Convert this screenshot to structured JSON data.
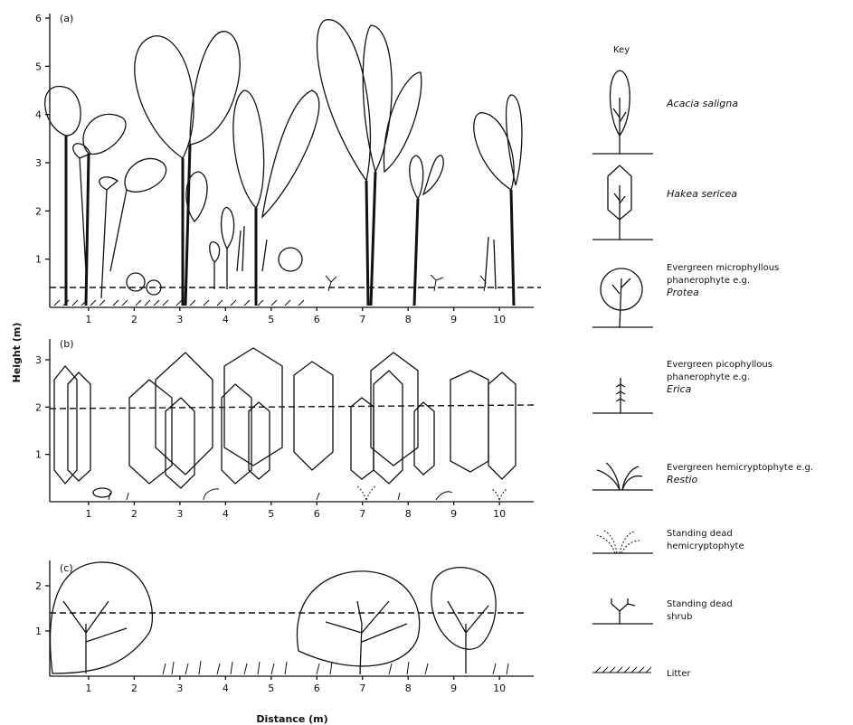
{
  "panels": [
    {
      "label": "(a)",
      "yticks": [
        "1",
        "2",
        "3",
        "4",
        "5",
        "6"
      ],
      "xticks": [
        "1",
        "2",
        "3",
        "4",
        "5",
        "6",
        "7",
        "8",
        "9",
        "10"
      ]
    },
    {
      "label": "(b)",
      "yticks": [
        "1",
        "2",
        "3"
      ],
      "xticks": [
        "1",
        "2",
        "3",
        "4",
        "5",
        "6",
        "7",
        "8",
        "9",
        "10"
      ]
    },
    {
      "label": "(c)",
      "yticks": [
        "1",
        "2"
      ],
      "xticks": [
        "1",
        "2",
        "3",
        "4",
        "5",
        "6",
        "7",
        "8",
        "9",
        "10"
      ]
    }
  ],
  "axes": {
    "ylabel": "Height (m)",
    "xlabel": "Distance (m)"
  },
  "key": {
    "title": "Key",
    "items": [
      {
        "name": "acacia",
        "lines": [
          "Acacia saligna"
        ],
        "italic": [
          true
        ]
      },
      {
        "name": "hakea",
        "lines": [
          "Hakea sericea"
        ],
        "italic": [
          true
        ]
      },
      {
        "name": "protea",
        "lines": [
          "Evergreen microphyllous",
          "phanerophyte e.g.",
          "Protea"
        ],
        "italic": [
          false,
          false,
          true
        ]
      },
      {
        "name": "erica",
        "lines": [
          "Evergreen picophyllous",
          "phanerophyte e.g.",
          "Erica"
        ],
        "italic": [
          false,
          false,
          true
        ]
      },
      {
        "name": "restio",
        "lines": [
          "Evergreen hemicryptophyte e.g.",
          "Restio"
        ],
        "italic": [
          false,
          true
        ]
      },
      {
        "name": "dead-hemi",
        "lines": [
          "Standing dead",
          "hemicryptophyte"
        ],
        "italic": [
          false,
          false
        ]
      },
      {
        "name": "dead-shrub",
        "lines": [
          "Standing dead",
          "shrub"
        ],
        "italic": [
          false,
          false
        ]
      },
      {
        "name": "litter",
        "lines": [
          "Litter"
        ],
        "italic": [
          false
        ]
      }
    ]
  },
  "dashed_levels_m": [
    0.3,
    2.0,
    1.4
  ]
}
